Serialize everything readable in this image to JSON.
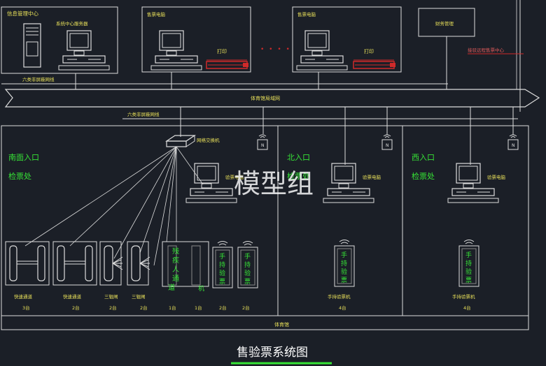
{
  "diagram": {
    "title": "售验票系统图",
    "watermark": "模型组",
    "top_boxes": {
      "info_center": "信息管理中心",
      "server_pc": "系统中心服务器",
      "ticket_pc_1": "售票电脑",
      "printer_1": "打印",
      "dots": "• • • •",
      "ticket_pc_2": "售票电脑",
      "printer_2": "打印",
      "finance": "财务管理"
    },
    "remote_link": "接驳远程售票中心",
    "cable_label_top": "六类非屏蔽网线",
    "backbone_label": "体育馆局域网",
    "cable_label_mid": "六类非屏蔽网线",
    "switch_label": "网络交换机",
    "zones": {
      "south_entrance": "南面入口",
      "south_check": "检票处",
      "north_entrance": "北入口",
      "north_check": "检票处",
      "west_entrance": "西入口",
      "west_check": "检票处"
    },
    "check_pc_south": "验票电脑",
    "check_pc_north": "验票电脑",
    "check_pc_west": "验票电脑",
    "device_vip": "残疾人通道",
    "device_handheld": "手持验票机",
    "devices": [
      {
        "name": "快速通道",
        "qty": "3台"
      },
      {
        "name": "快速通道",
        "qty": "2台"
      },
      {
        "name": "三辊闸",
        "qty": "2台"
      },
      {
        "name": "三辊闸",
        "qty": "2台"
      },
      {
        "name": "",
        "qty": "1台"
      },
      {
        "name": "",
        "qty": "1台"
      },
      {
        "name": "",
        "qty": "2台"
      },
      {
        "name": "",
        "qty": "2台"
      }
    ],
    "north_device": {
      "name": "手持验票机",
      "qty": "4台"
    },
    "west_device": {
      "name": "手持验票机",
      "qty": "4台"
    },
    "bottom_label": "体育馆",
    "colors": {
      "line": "#d9d9d9",
      "label_yellow": "#e8e05a",
      "label_green": "#36e436",
      "printer_red": "#d02a2a",
      "background": "#1b1f27"
    }
  }
}
